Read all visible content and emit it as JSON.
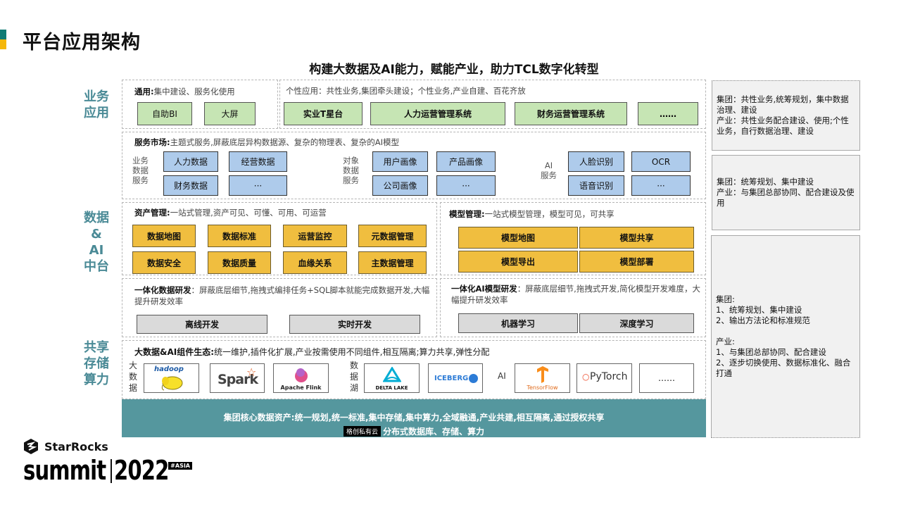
{
  "page": {
    "title": "平台应用架构",
    "subtitle": "构建大数据及AI能力，赋能产业，助力TCL数字化转型",
    "accent_colors": {
      "teal": "#0f7b74",
      "yellow": "#f5b70a",
      "layer_label": "#4a8a96"
    }
  },
  "layers": [
    {
      "label": "业务\n应用"
    },
    {
      "label": "数据\n&\nAI\n中台"
    },
    {
      "label": "共享\n存储\n算力"
    }
  ],
  "business_apps": {
    "common": {
      "title_bold": "通用:",
      "title_rest": "集中建设、服务化使用",
      "items": [
        "自助BI",
        "大屏"
      ]
    },
    "personalized": {
      "title": "个性应用：共性业务,集团牵头建设；个性业务,产业自建、百花齐放",
      "items": [
        "实业T星台",
        "人力运营管理系统",
        "财务运营管理系统",
        "……"
      ]
    }
  },
  "service_market": {
    "title_bold": "服务市场:",
    "title_rest": "主题式服务,屏蔽底层异构数据源、复杂的物理表、复杂的AI模型",
    "groups": [
      {
        "label": "业务\n数据\n服务",
        "items": [
          "人力数据",
          "经营数据",
          "财务数据",
          "···"
        ]
      },
      {
        "label": "对象\n数据\n服务",
        "items": [
          "用户画像",
          "产品画像",
          "公司画像",
          "···"
        ]
      },
      {
        "label": "AI\n服务",
        "items": [
          "人脸识别",
          "OCR",
          "语音识别",
          "···"
        ]
      }
    ]
  },
  "asset_management": {
    "title_bold": "资产管理:",
    "title_rest": "一站式管理,资产可见、可懂、可用、可运营",
    "items": [
      "数据地图",
      "数据标准",
      "运营监控",
      "元数据管理",
      "数据安全",
      "数据质量",
      "血缘关系",
      "主数据管理"
    ]
  },
  "model_management": {
    "title_bold": "模型管理:",
    "title_rest": "一站式模型管理，模型可见，可共享",
    "items": [
      "模型地图",
      "模型共享",
      "模型导出",
      "模型部署"
    ]
  },
  "data_dev": {
    "title_bold": "一体化数据研发",
    "title_rest": "：屏蔽底层细节,拖拽式编排任务+SQL脚本就能完成数据开发,大幅提升研发效率",
    "items": [
      "离线开发",
      "实时开发"
    ]
  },
  "ai_dev": {
    "title_bold": "一体化AI模型研发",
    "title_rest": "：屏蔽底层细节,拖拽式开发,简化模型开发难度，大幅提升研发效率",
    "items": [
      "机器学习",
      "深度学习"
    ]
  },
  "ecosystem": {
    "title_bold": "大数据&AI组件生态:",
    "title_rest": "统一维护,插件化扩展,产业按需使用不同组件,相互隔离;算力共享,弹性分配",
    "groups": [
      {
        "label": "大\n数\n据",
        "items": [
          "hadoop",
          "Spark",
          "Apache Flink"
        ]
      },
      {
        "label": "数\n据\n湖",
        "items": [
          "DELTA LAKE",
          "ICEBERG"
        ]
      },
      {
        "label": "AI",
        "items": [
          "TensorFlow",
          "PyTorch",
          "……"
        ]
      }
    ]
  },
  "core_band": {
    "line1": "集团核心数据资产:统一规划,统一标准,集中存储,集中算力,全域融通,产业共建,相互隔离,通过授权共享",
    "watermark": "格创私有云",
    "line2": "分布式数据库、存储、算力"
  },
  "notes": [
    {
      "text": "集团：共性业务,统筹规划，集中数据治理、建设\n产业：共性业务配合建设、使用;个性业务，自行数据治理、建设"
    },
    {
      "text": "集团：统筹规划、集中建设\n产业：与集团总部协同、配合建设及使用"
    },
    {
      "text": "集团:\n1、统筹规划、集中建设\n2、输出方法论和标准规范\n\n产业:\n1、与集团总部协同、配合建设\n2、逐步切换使用、数据标准化、融合打通"
    }
  ],
  "footer": {
    "brand": "StarRocks",
    "event": "summit",
    "year": "2022",
    "tag": "#ASIA"
  }
}
